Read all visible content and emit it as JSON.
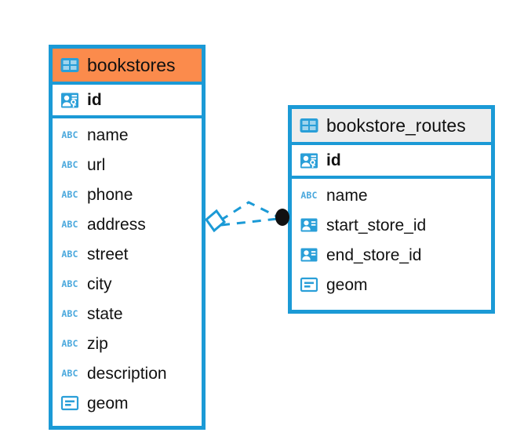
{
  "diagram": {
    "type": "entity-relationship-diagram",
    "background": "#ffffff",
    "colors": {
      "border_blue": "#1b9ad6",
      "header_accent_orange": "#fb8b4c",
      "header_neutral_gray": "#ededed",
      "icon_blue": "#2a9fd8",
      "text": "#111111",
      "connector_blue": "#1b9ad6",
      "connector_endpoint": "#111111"
    }
  },
  "entities": [
    {
      "name": "bookstores",
      "header_icon": "table-icon",
      "header_style": "accent",
      "primary_key": {
        "label": "id",
        "icon": "primary-key-icon"
      },
      "fields": [
        {
          "label": "name",
          "icon": "text-type-icon"
        },
        {
          "label": "url",
          "icon": "text-type-icon"
        },
        {
          "label": "phone",
          "icon": "text-type-icon"
        },
        {
          "label": "address",
          "icon": "text-type-icon"
        },
        {
          "label": "street",
          "icon": "text-type-icon"
        },
        {
          "label": "city",
          "icon": "text-type-icon"
        },
        {
          "label": "state",
          "icon": "text-type-icon"
        },
        {
          "label": "zip",
          "icon": "text-type-icon"
        },
        {
          "label": "description",
          "icon": "text-type-icon"
        },
        {
          "label": "geom",
          "icon": "geometry-type-icon"
        }
      ]
    },
    {
      "name": "bookstore_routes",
      "header_icon": "table-icon",
      "header_style": "neutral",
      "primary_key": {
        "label": "id",
        "icon": "primary-key-icon"
      },
      "fields": [
        {
          "label": "name",
          "icon": "text-type-icon"
        },
        {
          "label": "start_store_id",
          "icon": "foreign-key-icon"
        },
        {
          "label": "end_store_id",
          "icon": "foreign-key-icon"
        },
        {
          "label": "geom",
          "icon": "geometry-type-icon"
        }
      ]
    }
  ],
  "relationship": {
    "from_entity": "bookstores",
    "to_entity": "bookstore_routes",
    "from_marker": "open-diamond",
    "to_marker": "filled-circle",
    "line_style": "dashed",
    "edge_count": 2
  }
}
